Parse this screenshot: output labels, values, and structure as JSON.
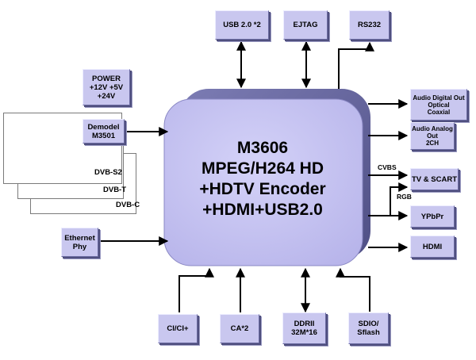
{
  "chip": {
    "lines": "M3606\nMPEG/H264 HD\n+HDTV Encoder\n+HDMI+USB2.0"
  },
  "top": {
    "usb": "USB 2.0 *2",
    "ejtag": "EJTAG",
    "rs232": "RS232"
  },
  "left": {
    "power": "POWER\n+12V  +5V\n+24V",
    "demodel": "Demodel\nM3501",
    "dvb_s2": "DVB-S2",
    "dvb_t": "DVB-T",
    "dvb_c": "DVB-C",
    "ethernet": "Ethernet\nPhy"
  },
  "right": {
    "audio_digital": "Audio Digital Out\nOptical\nCoaxial",
    "audio_analog": "Audio Analog\nOut\n2CH",
    "cvbs": "CVBS",
    "tv_scart": "TV & SCART",
    "rgb": "RGB",
    "ypbpr": "YPbPr",
    "hdmi": "HDMI"
  },
  "bottom": {
    "ci": "CI/CI+",
    "ca": "CA*2",
    "ddr": "DDRII\n32M*16",
    "sdio": "SDIO/\nSflash"
  },
  "colors": {
    "box_fill": "#c9c7ef",
    "chip_fill": "#c5c3f2",
    "arrow": "#000000"
  }
}
